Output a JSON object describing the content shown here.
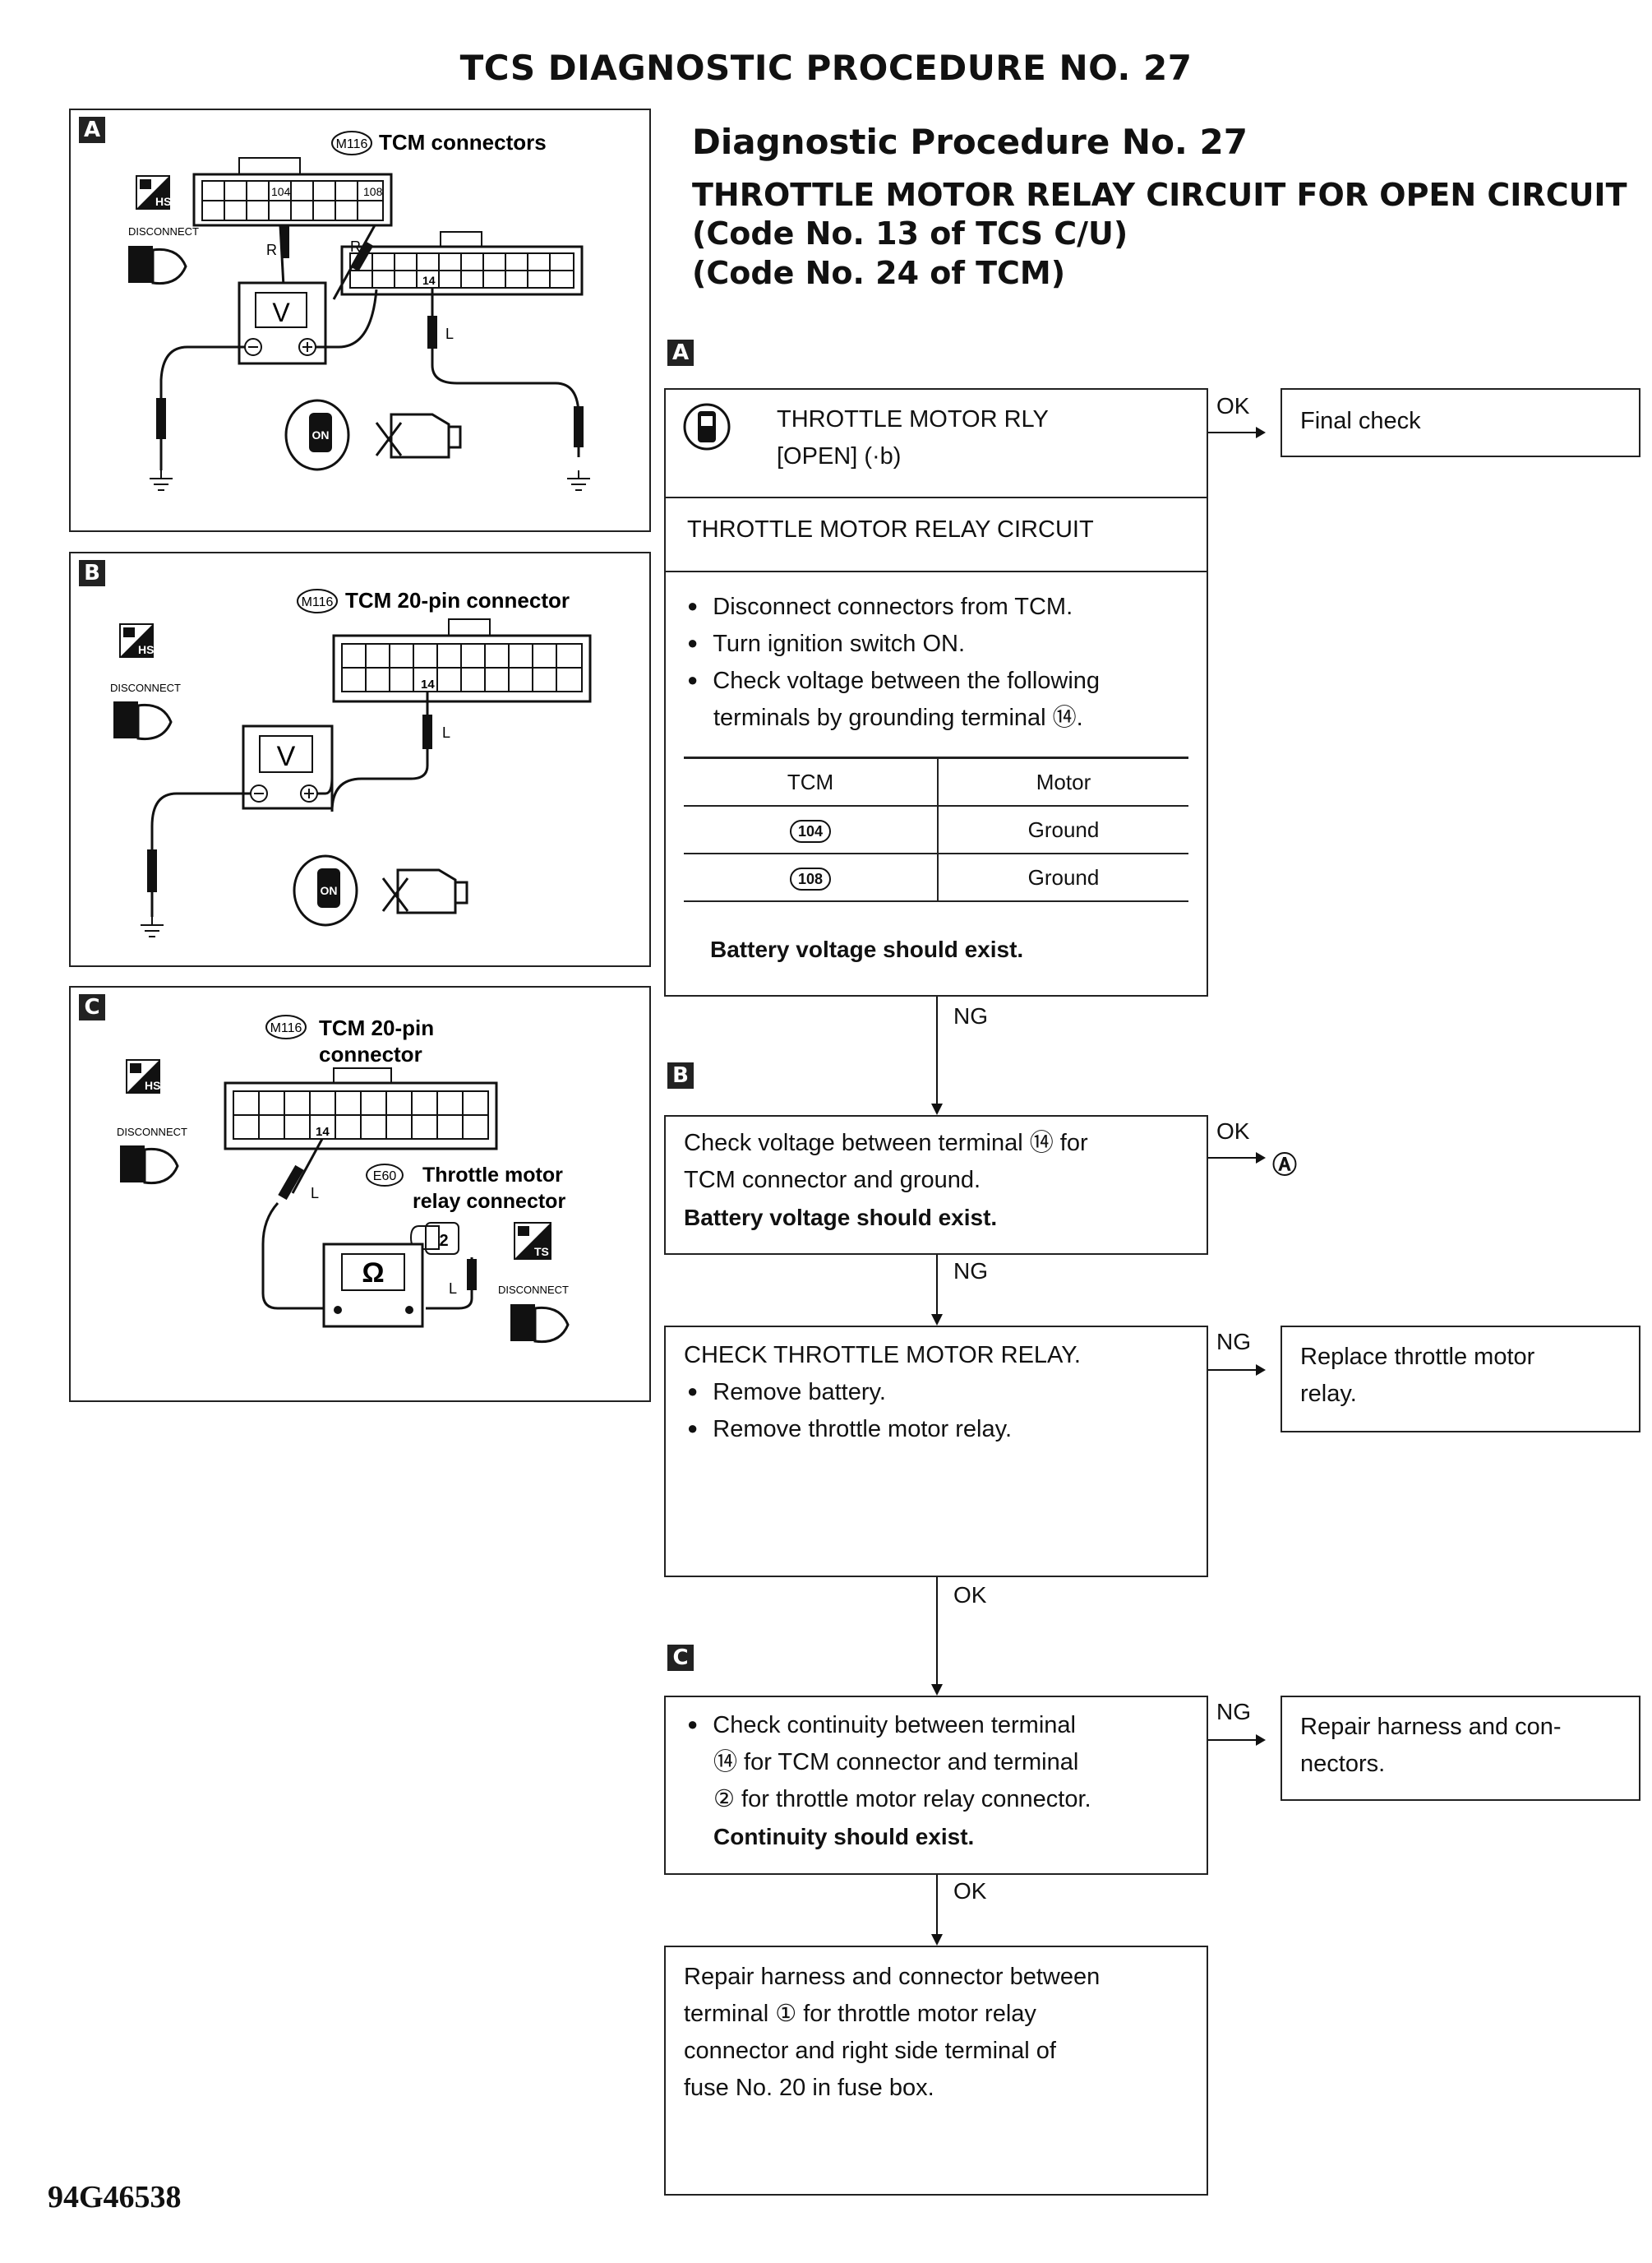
{
  "page_title": "TCS DIAGNOSTIC PROCEDURE NO. 27",
  "header": {
    "procedure": "Diagnostic Procedure No. 27",
    "subject": "THROTTLE MOTOR RELAY CIRCUIT FOR OPEN CIRCUIT",
    "code_tcs": "(Code No. 13 of TCS C/U)",
    "code_tcm": "(Code No. 24 of TCM)"
  },
  "figures": {
    "a": {
      "letter": "A",
      "connector_id": "M116",
      "connector_label": "TCM connectors",
      "pin_104": "104",
      "pin_108": "108",
      "pin_14": "14",
      "wire_r1": "R",
      "wire_r2": "R",
      "wire_l": "L",
      "meter": "V",
      "disconnect": "DISCONNECT",
      "hs": "HS",
      "key": "ON"
    },
    "b": {
      "letter": "B",
      "connector_id": "M116",
      "connector_label": "TCM 20-pin connector",
      "pin_14": "14",
      "wire_l": "L",
      "meter": "V",
      "disconnect": "DISCONNECT",
      "hs": "HS",
      "key": "ON"
    },
    "c": {
      "letter": "C",
      "connector_id": "M116",
      "connector_label_1": "TCM 20-pin",
      "connector_label_2": "connector",
      "pin_14": "14",
      "wire_l1": "L",
      "wire_l2": "L",
      "relay_id": "E60",
      "relay_label_1": "Throttle motor",
      "relay_label_2": "relay connector",
      "relay_pin": "2",
      "meter": "Ω",
      "disconnect_1": "DISCONNECT",
      "disconnect_2": "DISCONNECT",
      "hs": "HS",
      "ts": "TS"
    }
  },
  "flow": {
    "step_a_letter": "A",
    "step_b_letter": "B",
    "step_c_letter": "C",
    "monitor_line1": "THROTTLE MOTOR RLY",
    "monitor_line2": "[OPEN] (·b)",
    "circuit_title": "THROTTLE MOTOR RELAY CIRCUIT",
    "step_a_bullets": [
      "Disconnect connectors from TCM.",
      "Turn ignition switch ON.",
      "Check voltage between the following",
      "terminals by grounding terminal ⑭."
    ],
    "table": {
      "headers": [
        "TCM",
        "Motor"
      ],
      "rows": [
        [
          "104",
          "Ground"
        ],
        [
          "108",
          "Ground"
        ]
      ]
    },
    "step_a_result": "Battery voltage should exist.",
    "final_check": "Final check",
    "step_b_lines": [
      "Check voltage between terminal ⑭ for",
      "TCM connector and ground."
    ],
    "step_b_result": "Battery voltage should exist.",
    "goto_a": "Ⓐ",
    "relay_check_title": "CHECK THROTTLE MOTOR RELAY.",
    "relay_check_bullets": [
      "Remove battery.",
      "Remove throttle motor relay."
    ],
    "replace_relay": [
      "Replace throttle motor",
      "relay."
    ],
    "step_c_lines": [
      "Check continuity between terminal",
      "⑭ for TCM connector and terminal",
      "② for throttle motor relay connector."
    ],
    "step_c_result": "Continuity should exist.",
    "repair_harness": [
      "Repair harness and con-",
      "nectors."
    ],
    "final_repair": [
      "Repair harness and connector between",
      "terminal ① for throttle motor relay",
      "connector and right side terminal of",
      "fuse No. 20 in fuse box."
    ],
    "ok": "OK",
    "ng": "NG"
  },
  "footer_code": "94G46538"
}
